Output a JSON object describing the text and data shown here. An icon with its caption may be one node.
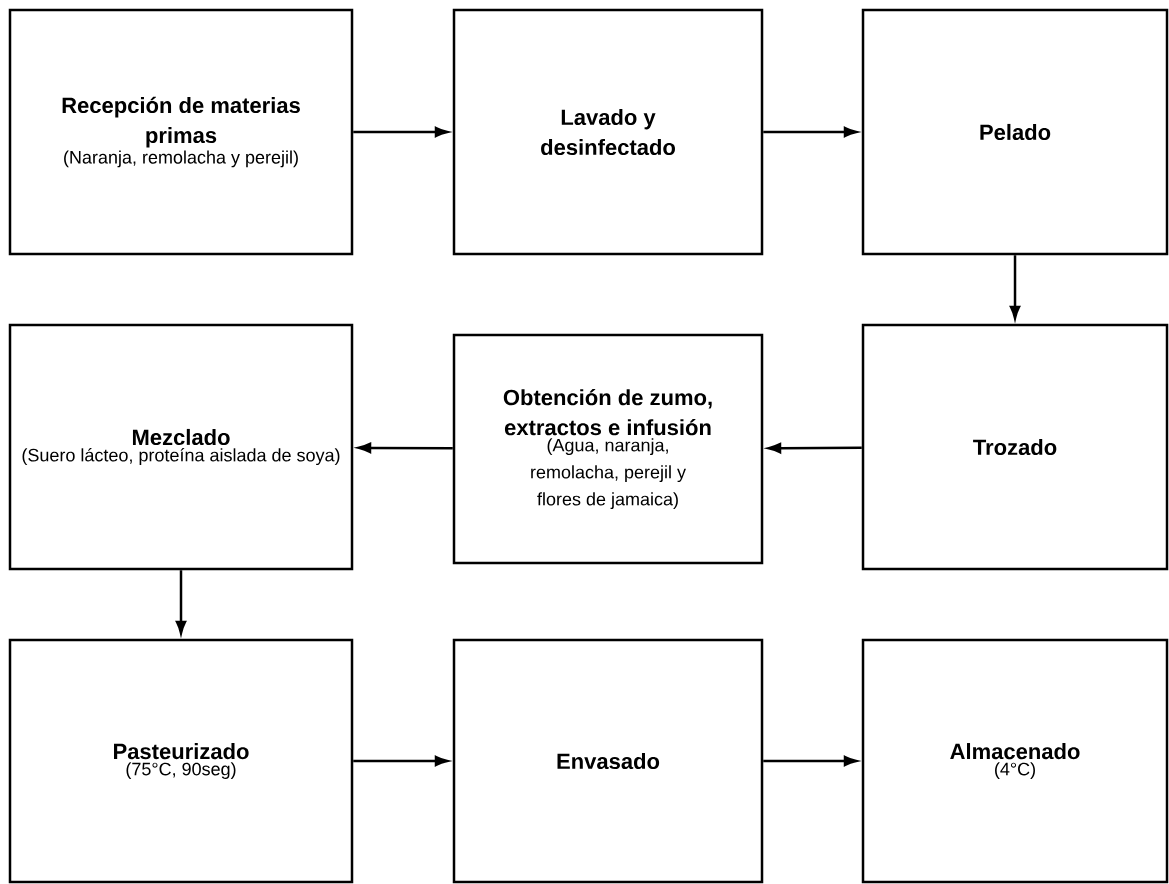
{
  "diagram": {
    "nodes": [
      {
        "text": [
          "Recepción de materias primas",
          "(Naranja, remolacha  y perejil)"
        ]
      },
      {
        "text": [
          "Lavado y desinfectado"
        ]
      },
      {
        "text": [
          "Pelado"
        ]
      },
      {
        "text": [
          "Trozado"
        ]
      },
      {
        "text": [
          "Obtención de zumo, extractos e infusión",
          "(Agua, naranja, remolacha, perejil y flores de jamaica)"
        ]
      },
      {
        "text": [
          "Mezclado",
          "(Suero lácteo, proteína aislada de soya)"
        ]
      },
      {
        "text": [
          "Pasteurizado",
          "(75°C, 90seg)"
        ]
      },
      {
        "text": [
          "Envasado"
        ]
      },
      {
        "text": [
          "Almacenado",
          "(4°C)"
        ]
      }
    ],
    "edges": [
      {
        "from": 0,
        "to": 1,
        "arrow": "to"
      },
      {
        "from": 1,
        "to": 2,
        "arrow": "to"
      },
      {
        "from": 2,
        "to": 3,
        "arrow": "to"
      },
      {
        "from": 3,
        "to": 4,
        "arrow": "to"
      },
      {
        "from": 4,
        "to": 5,
        "arrow": "to"
      },
      {
        "from": 5,
        "to": 6,
        "arrow": "to"
      },
      {
        "from": 6,
        "to": 7,
        "arrow": "to"
      },
      {
        "from": 7,
        "to": 8,
        "arrow": "to"
      }
    ]
  }
}
